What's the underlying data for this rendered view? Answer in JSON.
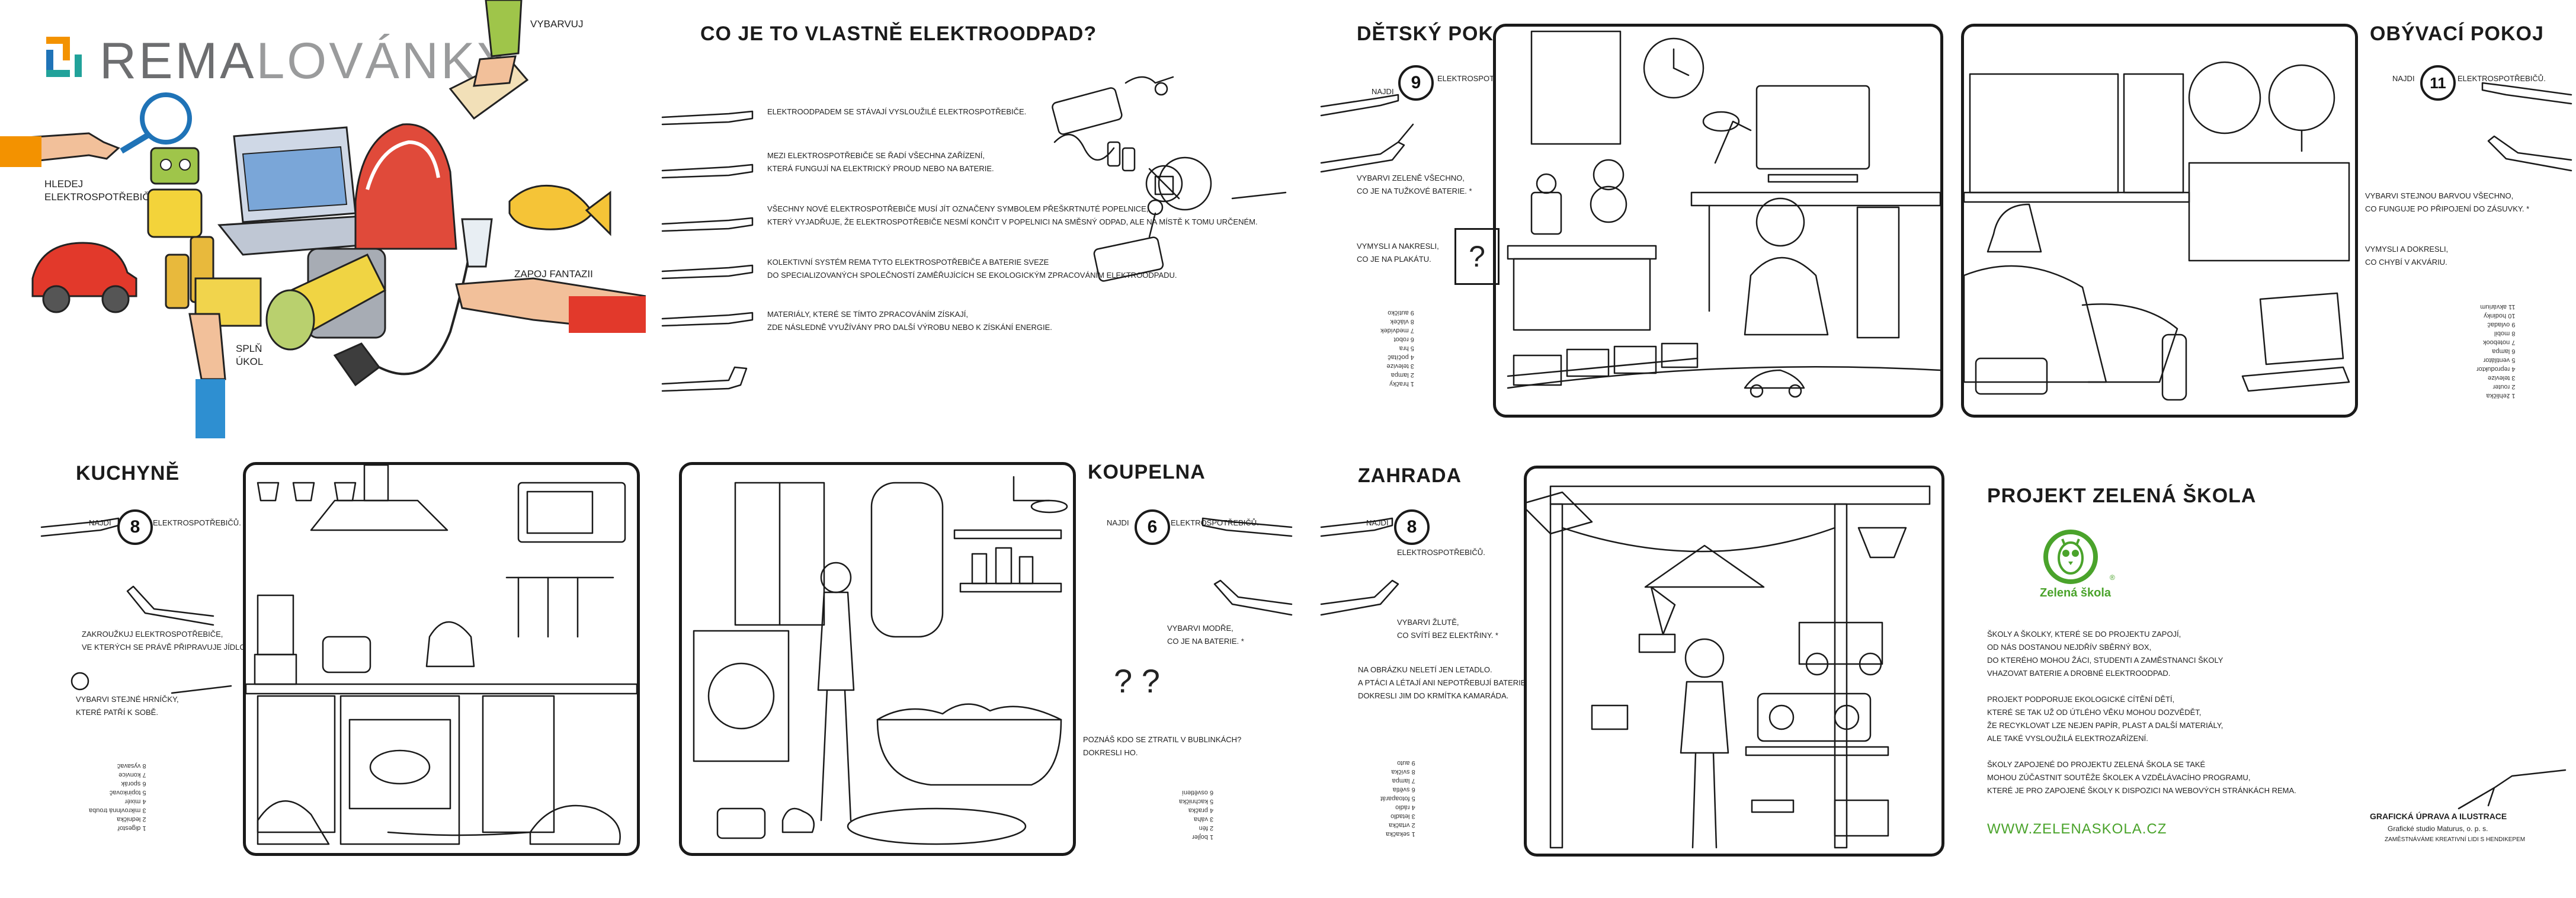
{
  "brand": {
    "logo_part1": "REMA",
    "logo_part2": "LOVÁNKY",
    "colors": {
      "orange": "#f39200",
      "teal": "#21a29a",
      "blue": "#1f73b7",
      "grey": "#6d6e70"
    },
    "labels": {
      "find": "HLEDEJ\nELEKTROSPOTŘEBIČE",
      "color": "VYBARVUJ",
      "fantasy": "ZAPOJ FANTAZII",
      "task": "SPLŇ\nÚKOL"
    }
  },
  "intro": {
    "title": "CO JE TO VLASTNĚ ELEKTROODPAD?",
    "paragraphs": [
      "ELEKTROODPADEM SE STÁVAJÍ VYSLOUŽILÉ ELEKTROSPOTŘEBIČE.",
      "MEZI ELEKTROSPOTŘEBIČE SE ŘADÍ VŠECHNA ZAŘÍZENÍ,\nKTERÁ FUNGUJÍ NA ELEKTRICKÝ PROUD NEBO NA BATERIE.",
      "VŠECHNY NOVÉ ELEKTROSPOTŘEBIČE MUSÍ JÍT OZNAČENY SYMBOLEM PŘEŠKRTNUTÉ POPELNICE,\nKTERÝ VYJADŘUJE, ŽE ELEKTROSPOTŘEBIČE NESMÍ KONČIT V POPELNICI NA SMĚSNÝ ODPAD, ALE NA MÍSTĚ K TOMU URČENÉM.",
      "KOLEKTIVNÍ SYSTÉM REMA TYTO ELEKTROSPOTŘEBIČE A BATERIE SVEZE\nDO SPECIALIZOVANÝCH SPOLEČNOSTÍ ZAMĚŘUJÍCÍCH SE EKOLOGICKÝM ZPRACOVÁNÍM ELEKTROODPADU.",
      "MATERIÁLY, KTERÉ SE TÍMTO ZPRACOVÁNÍM ZÍSKAJÍ,\nZDE NÁSLEDNĚ VYUŽÍVÁNY PRO DALŠÍ VÝROBU NEBO K ZÍSKÁNÍ ENERGIE."
    ]
  },
  "detsky": {
    "title": "DĚTSKÝ POKOJ",
    "find_prefix": "NAJDI",
    "count": "9",
    "find_suffix": "ELEKTROSPOTŘEBIČŮ.",
    "task1": "VYBARVI ZELENĚ VŠECHNO,\nCO JE NA TUŽKOVÉ BATERIE. *",
    "task2": "VYMYSLI A NAKRESLI,\nCO JE NA PLAKÁTU.",
    "answers": "1 hračky\n2 lampa\n3 televize\n4 počítač\n5 hra\n6 robot\n7 medvídek\n8 vláček\n9 autíčko"
  },
  "obyvaci": {
    "title": "OBÝVACÍ POKOJ",
    "find_prefix": "NAJDI",
    "count": "11",
    "find_suffix": "ELEKTROSPOTŘEBIČŮ.",
    "task1": "VYBARVI STEJNOU BARVOU VŠECHNO,\nCO FUNGUJE PO PŘIPOJENÍ DO ZÁSUVKY. *",
    "task2": "VYMYSLI A DOKRESLI,\nCO CHYBÍ V AKVÁRIU.",
    "answers": "1 žehlička\n2 router\n3 televize\n4 reproduktor\n5 ventilátor\n6 lampa\n7 notebook\n8 mobil\n9 ovladač\n10 hodinky\n11 akvárium"
  },
  "kuchyne": {
    "title": "KUCHYNĚ",
    "find_prefix": "NAJDI",
    "count": "8",
    "find_suffix": "ELEKTROSPOTŘEBIČŮ.",
    "task1": "ZAKROUŽKUJ ELEKTROSPOTŘEBIČE,\nVE KTERÝCH SE PRÁVĚ PŘIPRAVUJE JÍDLO. *",
    "task2": "VYBARVI STEJNÉ HRNÍČKY,\nKTERÉ PATŘÍ K SOBĚ.",
    "answers": "1 digestoř\n2 lednička\n3 mikrovlnná trouba\n4 mixér\n5 topinkovač\n6 sporák\n7 konvice\n8 vysavač"
  },
  "koupelna": {
    "title": "KOUPELNA",
    "find_prefix": "NAJDI",
    "count": "6",
    "find_suffix": "ELEKTROSPOTŘEBIČŮ.",
    "task1": "VYBARVI MODŘE,\nCO JE NA BATERIE. *",
    "task2": "POZNÁŠ KDO SE ZTRATIL V BUBLINKÁCH?\nDOKRESLI HO.",
    "answers": "1 bojler\n2 fén\n3 váha\n4 pračka\n5 kachnička\n6 osvětlení"
  },
  "zahrada": {
    "title": "ZAHRADA",
    "find_prefix": "NAJDI",
    "count": "8",
    "find_suffix": "ELEKTROSPOTŘEBIČŮ.",
    "task1": "VYBARVI ŽLUTĚ,\nCO SVÍTÍ BEZ ELEKTŘINY. *",
    "task2": "NA OBRÁZKU NELETÍ JEN LETADLO.\nA PTÁCI A LÉTAJÍ ANI NEPOTŘEBUJÍ BATERIE.\nDOKRESLI JIM DO KRMÍTKA KAMARÁDA.",
    "answers": "1 sekačka\n2 vrtačka\n3 letadlo\n4 rádio\n5 fotoaparát\n6 světla\n7 lampa\n8 svíčka\n9 auto"
  },
  "projekt": {
    "title": "PROJEKT ZELENÁ ŠKOLA",
    "logo_text": "Zelená škola",
    "logo_reg": "®",
    "paragraphs": [
      "ŠKOLY A ŠKOLKY, KTERÉ SE DO PROJEKTU ZAPOJÍ,\nOD NÁS DOSTANOU NEJDŘÍV SBĚRNÝ BOX,\nDO KTERÉHO MOHOU ŽÁCI, STUDENTI A ZAMĚSTNANCI ŠKOLY\nVHAZOVAT BATERIE A DROBNÉ ELEKTROODPAD.",
      "PROJEKT PODPORUJE EKOLOGICKÉ CÍTĚNÍ DĚTÍ,\nKTERÉ SE TAK UŽ OD ÚTLÉHO VĚKU MOHOU DOZVĚDĚT,\nŽE RECYKLOVAT LZE NEJEN PAPÍR, PLAST A DALŠÍ MATERIÁLY,\nALE TAKÉ VYSLOUŽILÁ ELEKTROZAŘÍZENÍ.",
      "ŠKOLY ZAPOJENÉ DO PROJEKTU ZELENÁ ŠKOLA SE TAKÉ\nMOHOU ZÚČASTNIT SOUTĚŽE ŠKOLEK A VZDĚLÁVACÍHO PROGRAMU,\nKTERÉ JE PRO ZAPOJENÉ ŠKOLY K DISPOZICI NA WEBOVÝCH STRÁNKÁCH REMA."
    ],
    "url": "WWW.ZELENASKOLA.CZ",
    "credit_title": "GRAFICKÁ ÚPRAVA A ILUSTRACE",
    "credit_line1": "Grafické studio Maturus, o. p. s.",
    "credit_line2": "ZAMĚSTNÁVÁME KREATIVNÍ LIDI S HENDIKEPEM",
    "green": "#4aa32b"
  }
}
